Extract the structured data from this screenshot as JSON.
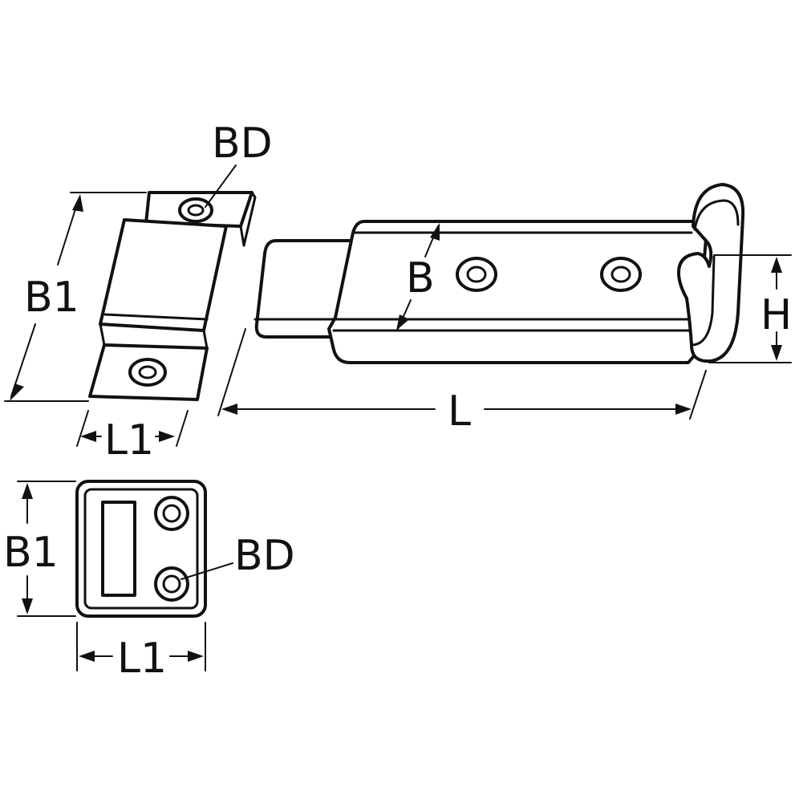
{
  "labels": {
    "bd_top": "BD",
    "b1_top": "B1",
    "l1_top": "L1",
    "b": "B",
    "h": "H",
    "l": "L",
    "b1_bottom": "B1",
    "bd_bottom": "BD",
    "l1_bottom": "L1"
  },
  "colors": {
    "line": "#111111",
    "background": "#ffffff"
  }
}
